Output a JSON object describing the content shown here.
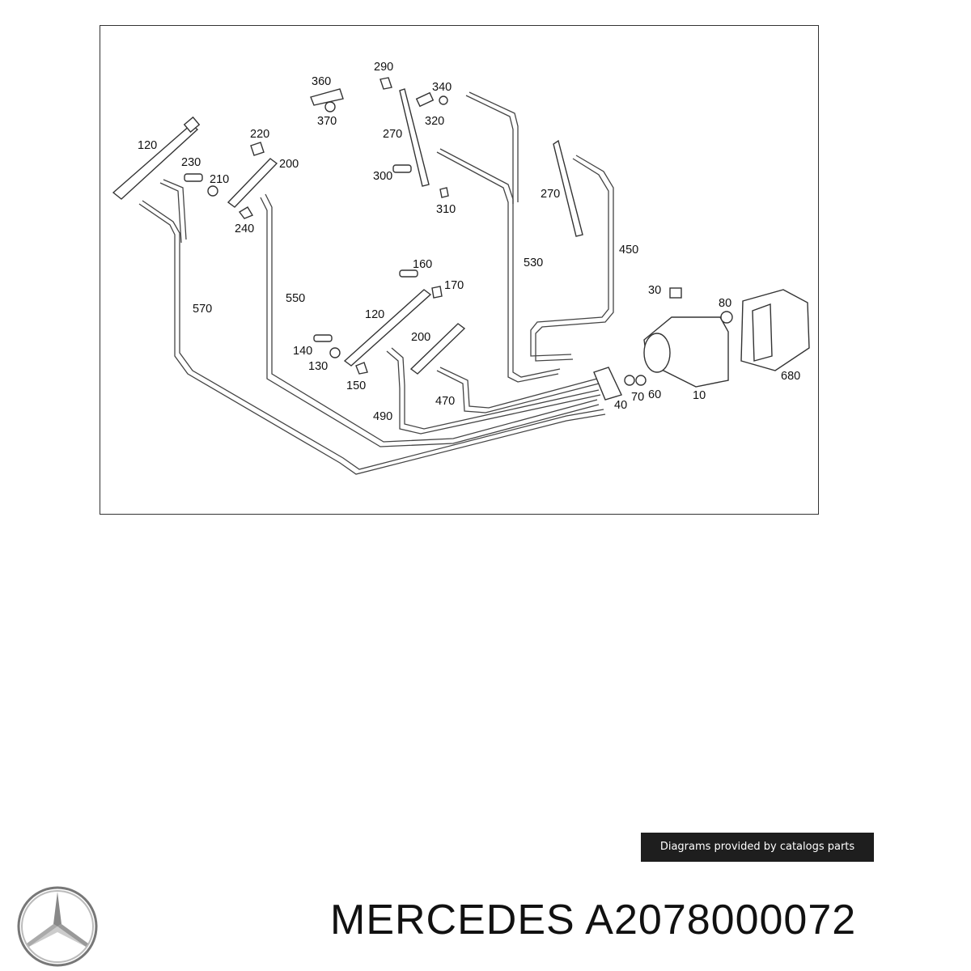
{
  "diagram": {
    "part_labels": [
      "290",
      "360",
      "340",
      "370",
      "320",
      "270",
      "220",
      "120",
      "230",
      "200",
      "210",
      "300",
      "310",
      "240",
      "270",
      "160",
      "530",
      "450",
      "170",
      "550",
      "570",
      "30",
      "80",
      "120",
      "140",
      "200",
      "130",
      "150",
      "470",
      "490",
      "40",
      "70",
      "60",
      "10",
      "680"
    ]
  },
  "credit": {
    "text": "Diagrams provided by catalogs parts"
  },
  "title": {
    "brand": "MERCEDES",
    "part_number": "A2078000072"
  },
  "icons": {
    "logo": "mercedes-star-icon"
  }
}
